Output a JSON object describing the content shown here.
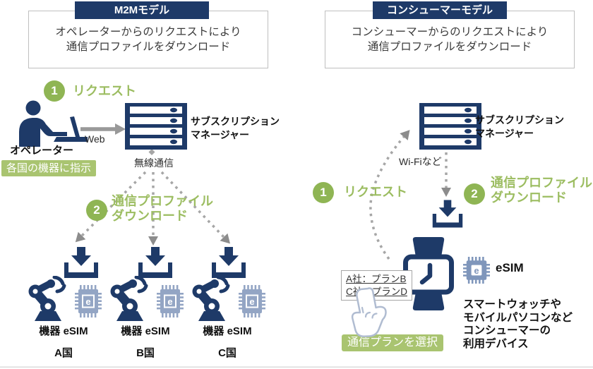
{
  "colors": {
    "navy": "#1e3a68",
    "step_green": "#8fb554",
    "step_text_green": "#9cbd61",
    "badge_green": "#a9c470",
    "arrow_gray": "#999999",
    "dash_gray": "#a6a6a6",
    "chip_blue": "#93a5c4",
    "consumer_chip_blue": "#7f96bb",
    "hand_outline": "#b0bcd1"
  },
  "left": {
    "header": "M2Mモデル",
    "description_line1": "オペレーターからのリクエストにより",
    "description_line2": "通信プロファイルをダウンロード",
    "step1": {
      "number": "1",
      "label": "リクエスト"
    },
    "operator_label": "オペレーター",
    "operator_badge": "各国の機器に指示",
    "web_label": "Web",
    "server_label_line1": "サブスクリプション",
    "server_label_line2": "マネージャー",
    "wireless_label": "無線通信",
    "step2": {
      "number": "2",
      "label_line1": "通信プロファイル",
      "label_line2": "ダウンロード"
    },
    "chip_letter": "e",
    "devices": [
      {
        "device_label": "機器",
        "sim_label": "eSIM",
        "country": "A国"
      },
      {
        "device_label": "機器",
        "sim_label": "eSIM",
        "country": "B国"
      },
      {
        "device_label": "機器",
        "sim_label": "eSIM",
        "country": "C国"
      }
    ]
  },
  "right": {
    "header": "コンシューマーモデル",
    "description_line1": "コンシューマーからのリクエストにより",
    "description_line2": "通信プロファイルをダウンロード",
    "server_label_line1": "サブスクリプション",
    "server_label_line2": "マネージャー",
    "wifi_label": "Wi-Fiなど",
    "step1": {
      "number": "1",
      "label": "リクエスト"
    },
    "step2": {
      "number": "2",
      "label_line1": "通信プロファイル",
      "label_line2": "ダウンロード"
    },
    "plan_option1": "A社：プランB",
    "plan_option2": "C社：プランD",
    "plan_badge": "通信プランを選択",
    "esim_label": "eSIM",
    "chip_letter": "e",
    "device_desc_line1": "スマートウォッチや",
    "device_desc_line2": "モバイルパソコンなど",
    "device_desc_line3": "コンシューマーの",
    "device_desc_line4": "利用デバイス"
  }
}
